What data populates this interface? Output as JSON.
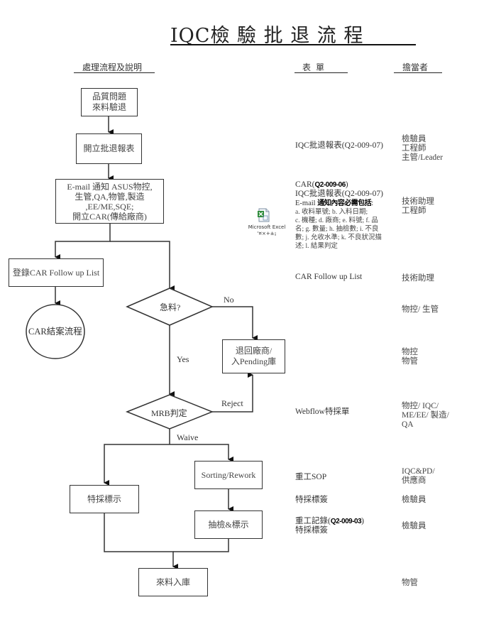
{
  "title": "IQC檢 驗 批 退 流 程",
  "columns": {
    "process": "處理流程及說明",
    "form": "表 單",
    "owner": "擔當者"
  },
  "flow": {
    "start": [
      "品質問題",
      "來料驗退"
    ],
    "open_report": "開立批退報表",
    "notify": [
      "E-mail 通知 ASUS物控,",
      "生管,QA,物管,製造",
      ",EE/ME,SQE;",
      "開立CAR(傳給廠商)"
    ],
    "register_car": "登錄CAR Follow up List",
    "car_close": "CAR結案流程",
    "urgent_decision": "急料?",
    "no_label": "No",
    "yes_label": "Yes",
    "return_vendor": [
      "退回廠商/",
      "入Pending庫"
    ],
    "mrb_decision": "MRB判定",
    "reject_label": "Reject",
    "waive_label": "Waive",
    "special_mark": "特採標示",
    "sorting_rework": "Sorting/Rework",
    "sample_mark": "抽檢&標示",
    "stock_in": "來料入庫"
  },
  "attachment": {
    "icon": "excel-file-icon",
    "caption_line1": "Microsoft Excel",
    "caption_line2": "'¤×+±¡"
  },
  "forms": {
    "open_report": "IQC批退報表(Q2-009-07)",
    "notify": {
      "car_prefix": "CAR(",
      "car_code": "Q2-009-06",
      "car_suffix": ")",
      "report": "IQC批退報表(Q2-009-07)",
      "email_prefix": "E-mail ",
      "email_bold": "通知內容必需包括",
      "email_suffix": ":",
      "items": [
        "a. 收料單號; b. 入料日期;",
        "c. 機種; d. 廠商; e. 料號; f. 品",
        "名; g. 數量; h. 抽檢數; i. 不良",
        "數; j. 允收水準; k. 不良狀況描",
        "述; l. 結果判定"
      ]
    },
    "register_car": "CAR Follow up List",
    "mrb": "Webflow特採單",
    "sorting": "重工SOP",
    "special": "特採標簽",
    "sample": {
      "prefix": "重工記錄(",
      "code": "Q2-009-03",
      "suffix": ")",
      "line2": "特採標簽"
    }
  },
  "owners": {
    "open_report": [
      "檢驗員",
      "工程師",
      "主管/Leader"
    ],
    "notify": [
      "技術助理",
      "工程師"
    ],
    "register_car": "技術助理",
    "urgent": "物控/ 生管",
    "return_vendor": [
      "物控",
      "物管"
    ],
    "mrb": [
      "物控/ IQC/",
      "ME/EE/ 製造/",
      "QA"
    ],
    "sorting": [
      "IQC&PD/",
      "供應商"
    ],
    "special": "檢驗員",
    "sample": "檢驗員",
    "stock_in": "物管"
  }
}
